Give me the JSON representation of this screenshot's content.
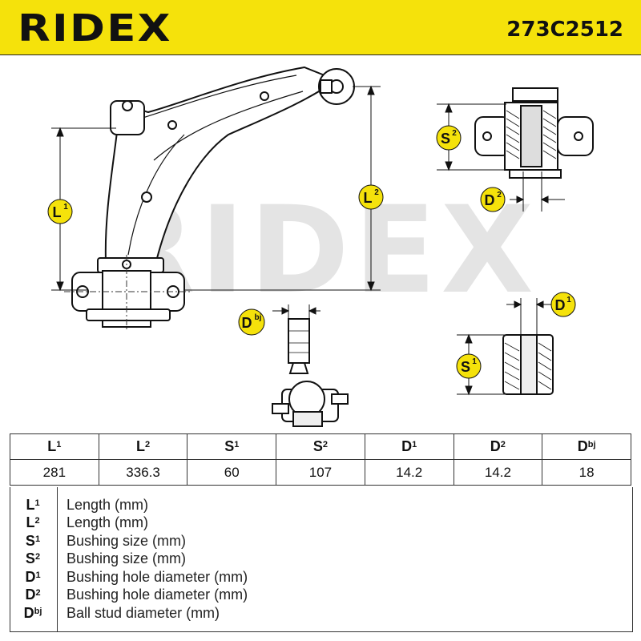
{
  "header": {
    "brand": "RIDEX",
    "part_number": "273C2512"
  },
  "dimension_labels": {
    "L1": {
      "base": "L",
      "sup": "1"
    },
    "L2": {
      "base": "L",
      "sup": "2"
    },
    "S1": {
      "base": "S",
      "sup": "1"
    },
    "S2": {
      "base": "S",
      "sup": "2"
    },
    "D1": {
      "base": "D",
      "sup": "1"
    },
    "D2": {
      "base": "D",
      "sup": "2"
    },
    "Dbj": {
      "base": "D",
      "sup": "bj"
    }
  },
  "watermark": "RIDEX",
  "spec_table": {
    "headers": [
      {
        "base": "L",
        "sup": "1"
      },
      {
        "base": "L",
        "sup": "2"
      },
      {
        "base": "S",
        "sup": "1"
      },
      {
        "base": "S",
        "sup": "2"
      },
      {
        "base": "D",
        "sup": "1"
      },
      {
        "base": "D",
        "sup": "2"
      },
      {
        "base": "D",
        "sup": "bj"
      }
    ],
    "values": [
      "281",
      "336.3",
      "60",
      "107",
      "14.2",
      "14.2",
      "18"
    ]
  },
  "legend": [
    {
      "base": "L",
      "sup": "1",
      "desc": "Length (mm)"
    },
    {
      "base": "L",
      "sup": "2",
      "desc": "Length (mm)"
    },
    {
      "base": "S",
      "sup": "1",
      "desc": "Bushing size (mm)"
    },
    {
      "base": "S",
      "sup": "2",
      "desc": "Bushing size (mm)"
    },
    {
      "base": "D",
      "sup": "1",
      "desc": "Bushing hole diameter (mm)"
    },
    {
      "base": "D",
      "sup": "2",
      "desc": "Bushing hole diameter (mm)"
    },
    {
      "base": "D",
      "sup": "bj",
      "desc": "Ball stud diameter (mm)"
    }
  ],
  "colors": {
    "brand_yellow": "#f5e20b",
    "ink": "#111111",
    "watermark_gray": "#e4e4e4"
  }
}
